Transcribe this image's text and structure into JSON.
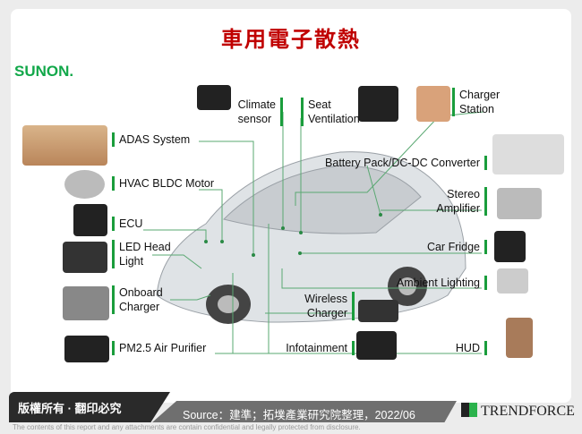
{
  "title": "車用電子散熱",
  "brand": "SUNON.",
  "accent": "#1a9d3c",
  "labels": {
    "adas": "ADAS System",
    "hvac": "HVAC BLDC Motor",
    "ecu": "ECU",
    "led1": "LED Head",
    "led2": "Light",
    "onb1": "Onboard",
    "onb2": "Charger",
    "pm": "PM2.5 Air Purifier",
    "clim1": "Climate",
    "clim2": "sensor",
    "seat1": "Seat",
    "seat2": "Ventilation",
    "chg1": "Charger",
    "chg2": "Station",
    "batt": "Battery Pack/DC-DC Converter",
    "st1": "Stereo",
    "st2": "Amplifier",
    "fridge": "Car Fridge",
    "amb": "Ambient Lighting",
    "wl1": "Wireless",
    "wl2": "Charger",
    "info": "Infotainment",
    "hud": "HUD"
  },
  "footer": {
    "copyright": "版權所有 · 翻印必究",
    "source": "Source：建準；拓墣產業研究院整理，2022/06",
    "logo": "TRENDFORCE",
    "disclaimer": "The contents of this report and any attachments are contain confidential and legally protected from disclosure."
  }
}
